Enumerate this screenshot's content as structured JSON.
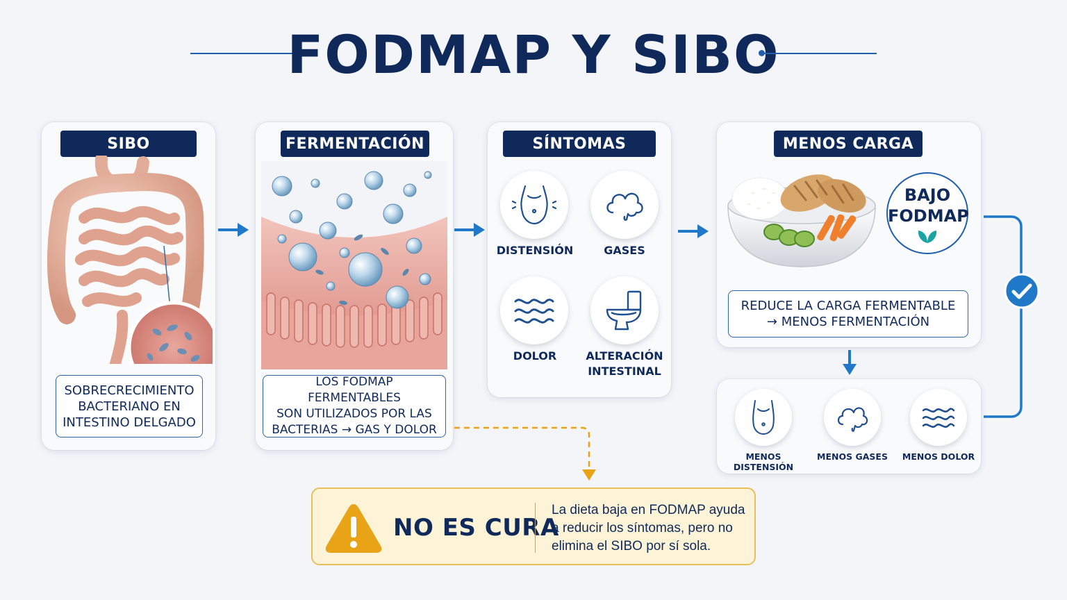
{
  "title": "FODMAP Y SIBO",
  "colors": {
    "navy": "#0f2a5a",
    "accent_blue": "#1f78c8",
    "warning_yellow": "#e8a317",
    "warning_bg": "#fdf3d6"
  },
  "panels": {
    "sibo": {
      "label": "SIBO",
      "caption_lines": [
        "SOBRECRECIMIENTO",
        "BACTERIANO EN",
        "INTESTINO DELGADO"
      ]
    },
    "fermentacion": {
      "label": "FERMENTACIÓN",
      "caption_lines": [
        "LOS FODMAP FERMENTABLES",
        "SON UTILIZADOS POR LAS",
        "BACTERIAS → GAS Y DOLOR"
      ]
    },
    "sintomas": {
      "label": "SÍNTOMAS",
      "items": [
        {
          "label": "DISTENSIÓN",
          "icon": "bloated-belly-icon"
        },
        {
          "label": "GASES",
          "icon": "gas-cloud-icon"
        },
        {
          "label": "DOLOR",
          "icon": "pain-waves-icon"
        },
        {
          "label_lines": [
            "ALTERACIÓN",
            "INTESTINAL"
          ],
          "icon": "toilet-icon"
        }
      ]
    },
    "menos_carga": {
      "label": "MENOS CARGA",
      "badge_lines": [
        "BAJO",
        "FODMAP"
      ],
      "badge_icon": "leaf-icon",
      "caption_lines": [
        "REDUCE LA CARGA FERMENTABLE",
        "→ MENOS FERMENTACIÓN"
      ]
    },
    "results": {
      "items": [
        {
          "label": "MENOS DISTENSIÓN",
          "icon": "flat-belly-icon"
        },
        {
          "label": "MENOS GASES",
          "icon": "small-gas-cloud-icon"
        },
        {
          "label": "MENOS DOLOR",
          "icon": "waves-icon"
        }
      ],
      "check_icon": "check-circle-icon"
    }
  },
  "warning": {
    "icon": "warning-triangle-icon",
    "title": "NO ES CURA",
    "text_lines": [
      "La dieta baja en FODMAP ayuda",
      "a reducir los síntomas, pero no",
      "elimina el SIBO por sí sola."
    ]
  }
}
